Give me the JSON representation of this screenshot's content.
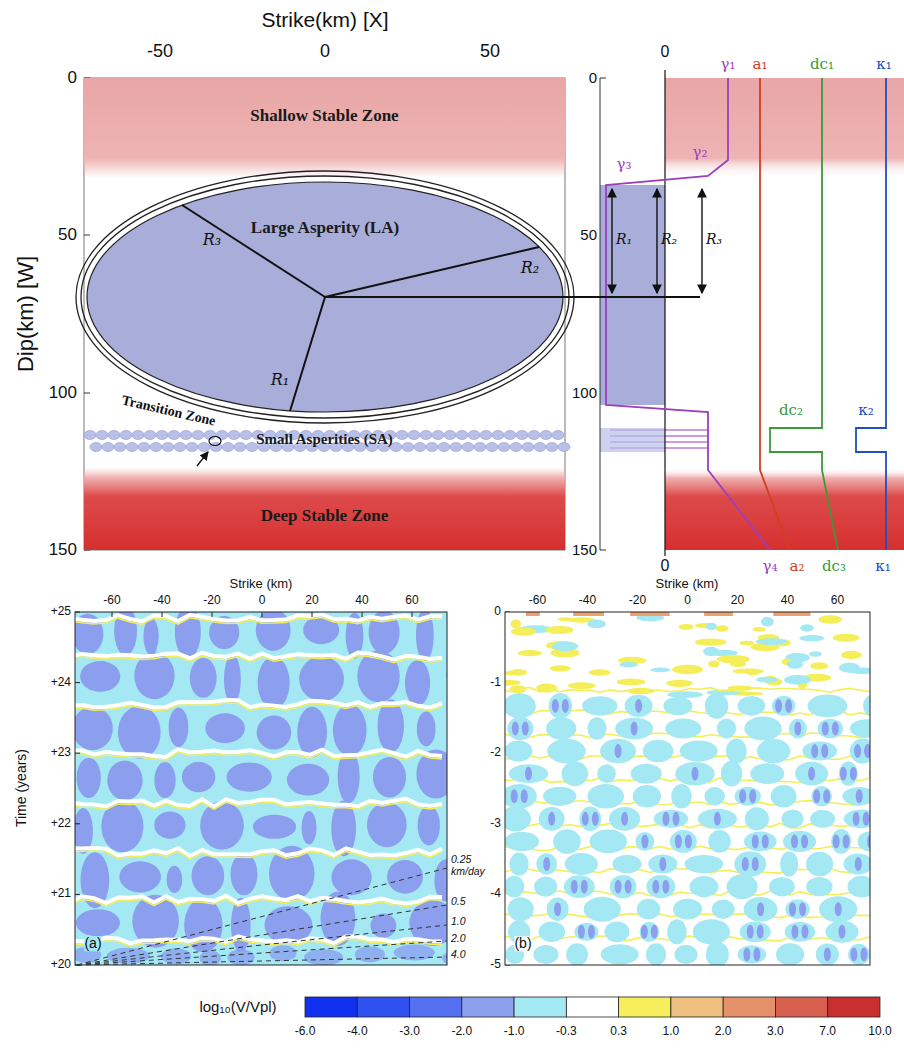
{
  "diagram": {
    "nodes": [
      {
        "text": [
          "Shallow Stable Zone"
        ]
      },
      {
        "text": [
          "Large Asperity (LA)"
        ]
      },
      {
        "text": [
          "Small Asperities (SA)"
        ]
      },
      {
        "text": [
          "Deep Stable Zone"
        ]
      }
    ],
    "labels": [
      "Strike(km) [X]",
      "-50",
      "0",
      "50",
      "Dip(km) [W]",
      "0",
      "50",
      "100",
      "150",
      "R₃",
      "R₂",
      "R₁",
      "Transition Zone",
      "0",
      "50",
      "100",
      "150",
      "0",
      "γ₁",
      "a₁",
      "dc₁",
      "κ₁",
      "γ₂",
      "γ₃",
      "R₁",
      "R₂",
      "R₃",
      "dc₂",
      "κ₂",
      "0",
      "γ₄",
      "a₂",
      "dc₃",
      "κ₁",
      "Strike (km)",
      "-60",
      "-40",
      "-20",
      "0",
      "20",
      "40",
      "60",
      "Time (years)",
      "+20",
      "+21",
      "+22",
      "+23",
      "+24",
      "+25",
      "0.25 km/day",
      "0.5",
      "1.0",
      "2.0",
      "4.0",
      "(a)",
      "Strike (km)",
      "-60",
      "-40",
      "-20",
      "0",
      "20",
      "40",
      "60",
      "0",
      "-1",
      "-2",
      "-3",
      "-4",
      "-5",
      "(b)",
      "log₁₀(V/Vpl)",
      "-6.0",
      "-4.0",
      "-3.0",
      "-2.0",
      "-1.0",
      "-0.3",
      "0.3",
      "1.0",
      "2.0",
      "3.0",
      "7.0",
      "10.0"
    ]
  }
}
